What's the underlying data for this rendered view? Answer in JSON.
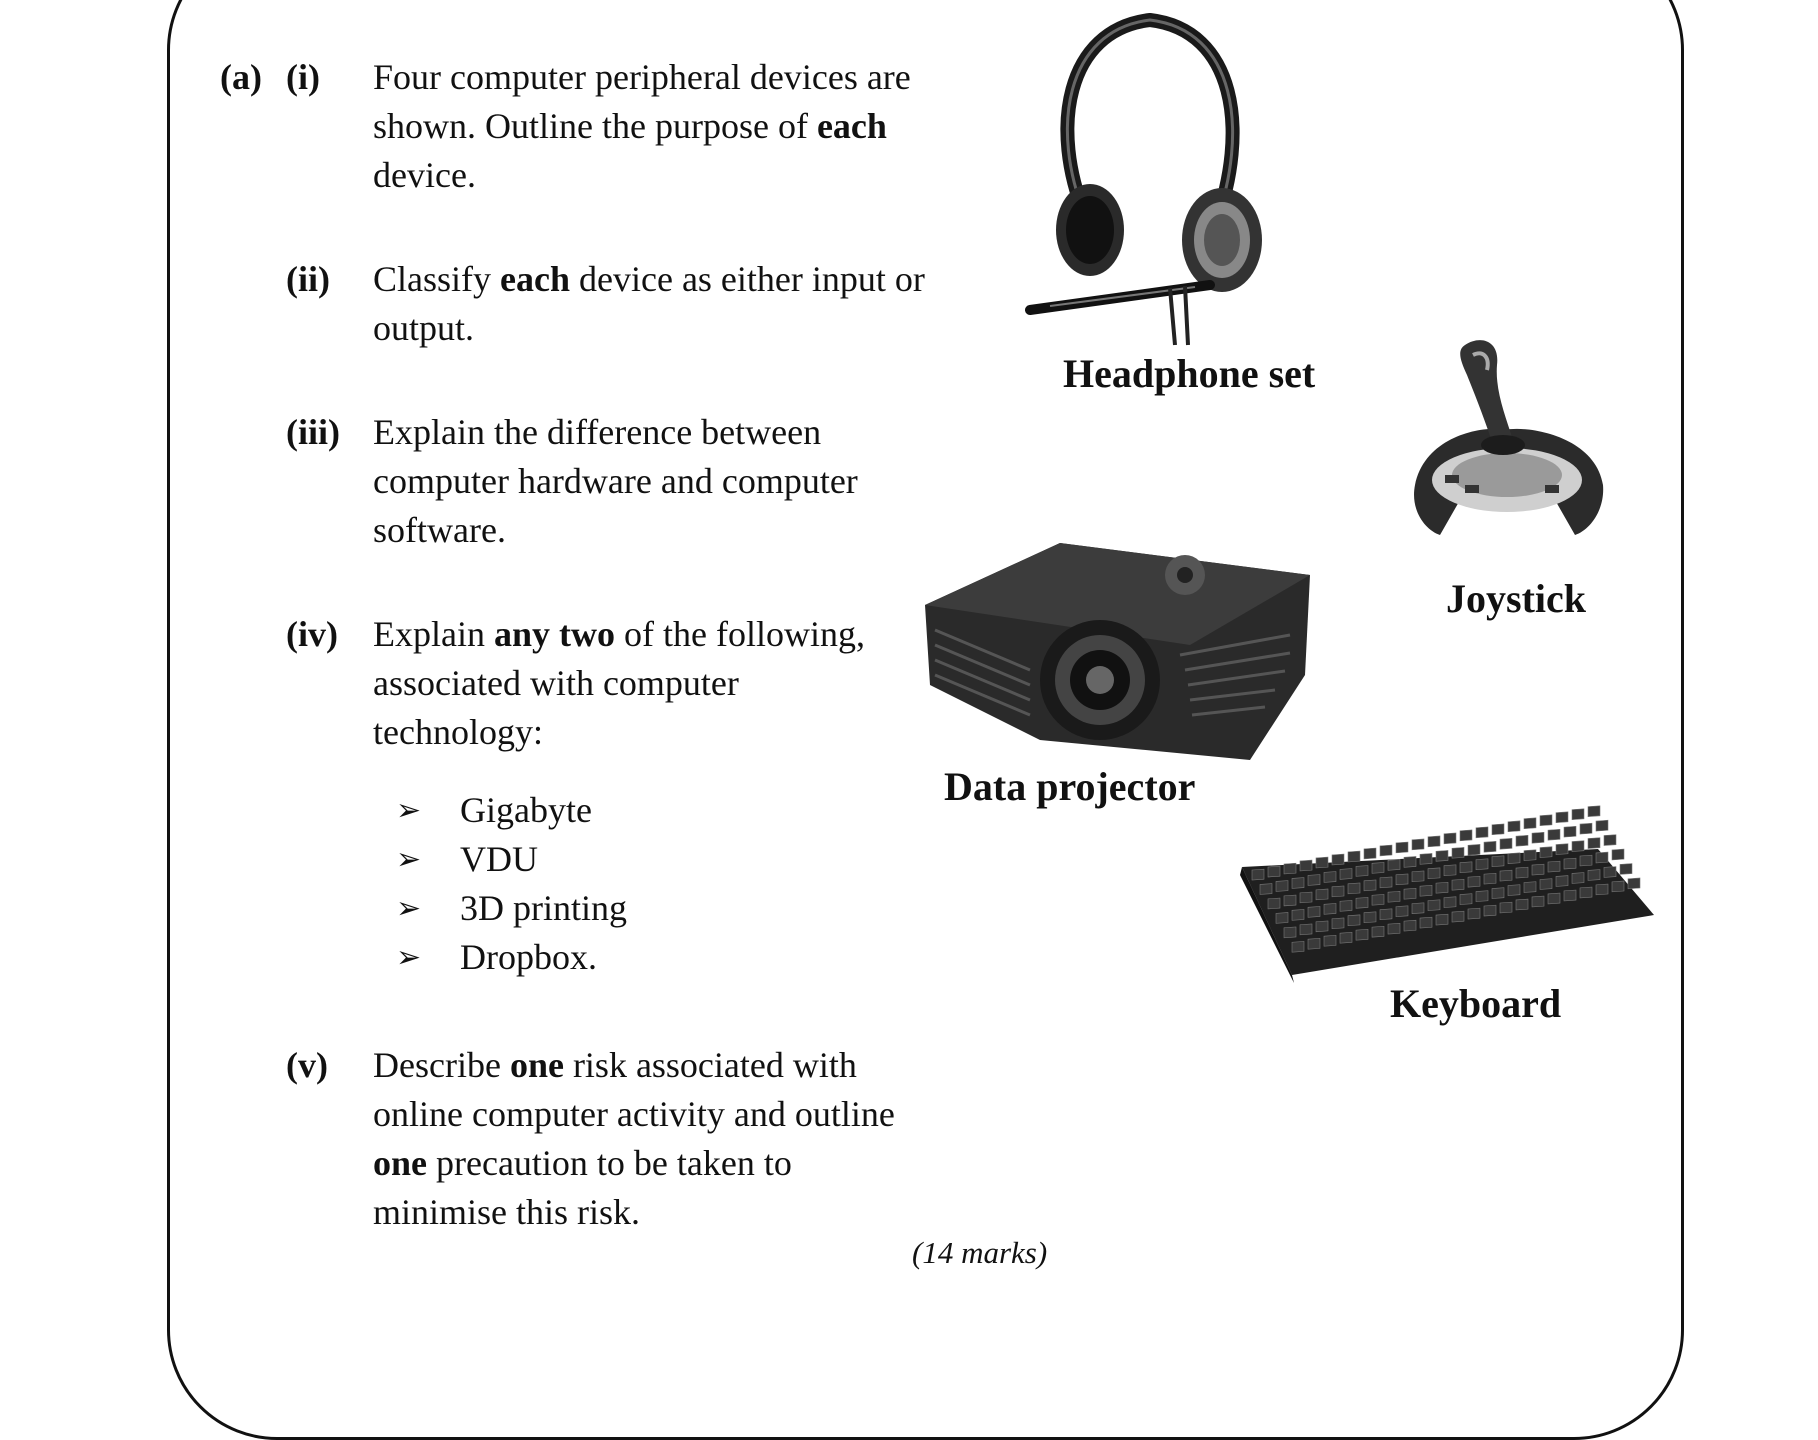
{
  "question": {
    "part_label": "(a)",
    "items": [
      {
        "label": "(i)",
        "lines": [
          [
            {
              "text": "Four computer peripheral devices are"
            }
          ],
          [
            {
              "text": "shown. Outline the purpose of "
            },
            {
              "text": "each",
              "bold": true
            }
          ],
          [
            {
              "text": "device."
            }
          ]
        ]
      },
      {
        "label": "(ii)",
        "lines": [
          [
            {
              "text": "Classify "
            },
            {
              "text": "each",
              "bold": true
            },
            {
              "text": " device as either input or"
            }
          ],
          [
            {
              "text": "output."
            }
          ]
        ]
      },
      {
        "label": "(iii)",
        "lines": [
          [
            {
              "text": "Explain the difference between"
            }
          ],
          [
            {
              "text": "computer hardware and computer"
            }
          ],
          [
            {
              "text": "software."
            }
          ]
        ]
      },
      {
        "label": "(iv)",
        "lines": [
          [
            {
              "text": "Explain "
            },
            {
              "text": "any two",
              "bold": true
            },
            {
              "text": " of the following,"
            }
          ],
          [
            {
              "text": "associated with computer"
            }
          ],
          [
            {
              "text": "technology:"
            }
          ]
        ],
        "bullet_symbol": "➢",
        "bullets": [
          "Gigabyte",
          "VDU",
          "3D printing",
          "Dropbox."
        ]
      },
      {
        "label": "(v)",
        "lines": [
          [
            {
              "text": "Describe "
            },
            {
              "text": "one",
              "bold": true
            },
            {
              "text": " risk associated with"
            }
          ],
          [
            {
              "text": "online computer activity and outline"
            }
          ],
          [
            {
              "text": "one",
              "bold": true
            },
            {
              "text": " precaution to be taken to"
            }
          ],
          [
            {
              "text": "minimise this risk."
            }
          ]
        ]
      }
    ],
    "marks": "(14 marks)"
  },
  "devices": [
    {
      "name": "Headphone set",
      "icon": "headphone-icon"
    },
    {
      "name": "Joystick",
      "icon": "joystick-icon"
    },
    {
      "name": "Data projector",
      "icon": "projector-icon"
    },
    {
      "name": "Keyboard",
      "icon": "keyboard-icon"
    }
  ]
}
